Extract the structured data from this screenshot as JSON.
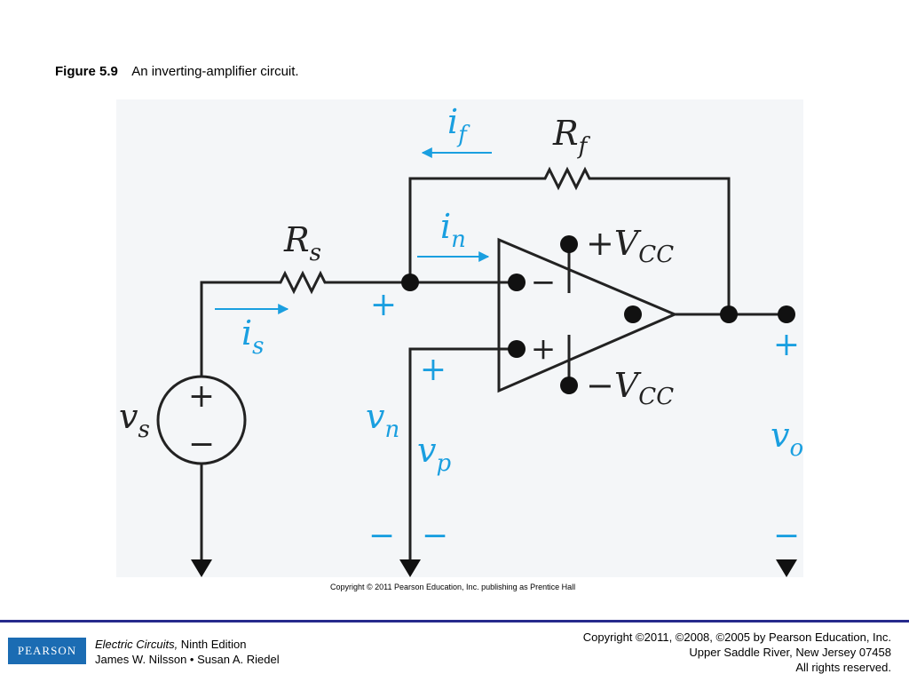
{
  "caption": {
    "figure_number": "Figure 5.9",
    "title": "An inverting-amplifier circuit."
  },
  "figure_copyright": "Copyright © 2011 Pearson Education, Inc. publishing as Prentice Hall",
  "circuit": {
    "wire_color": "#222222",
    "label_color": "#1a9fe0",
    "labels": {
      "i_f": "i",
      "i_f_sub": "f",
      "R_f": "R",
      "R_f_sub": "f",
      "R_s": "R",
      "R_s_sub": "s",
      "i_n": "i",
      "i_n_sub": "n",
      "i_s": "i",
      "i_s_sub": "s",
      "v_s": "v",
      "v_s_sub": "s",
      "v_n": "v",
      "v_n_sub": "n",
      "v_p": "v",
      "v_p_sub": "p",
      "v_o": "v",
      "v_o_sub": "o",
      "plus_vcc": "+V",
      "minus_vcc": "−V",
      "cc_sub": "CC",
      "opamp_minus": "−",
      "opamp_plus": "+",
      "source_plus": "+",
      "source_minus": "−",
      "plus": "+",
      "minus": "−"
    }
  },
  "footer": {
    "logo_text": "PEARSON",
    "book_title": "Electric Circuits,",
    "edition": " Ninth Edition",
    "authors": "James W. Nilsson • Susan A. Riedel",
    "copyright_line1": "Copyright ©2011, ©2008, ©2005 by Pearson Education, Inc.",
    "copyright_line2": "Upper Saddle River, New Jersey 07458",
    "copyright_line3": "All rights reserved."
  }
}
